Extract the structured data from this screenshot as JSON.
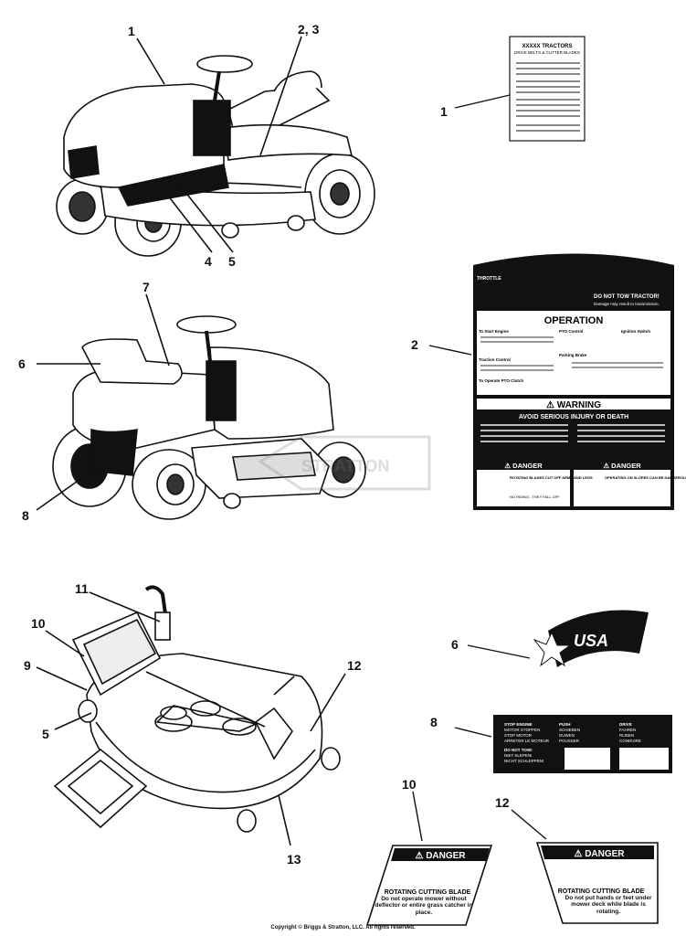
{
  "callouts": {
    "c1a": "1",
    "c23": "2, 3",
    "c4": "4",
    "c5a": "5",
    "c7": "7",
    "c6a": "6",
    "c8a": "8",
    "c11": "11",
    "c10a": "10",
    "c9": "9",
    "c5b": "5",
    "c12a": "12",
    "c13": "13",
    "c1b": "1",
    "c2": "2",
    "c6b": "6",
    "c8b": "8",
    "c10b": "10",
    "c12b": "12"
  },
  "decal1": {
    "title": "XXXXX TRACTORS",
    "subtitle": "DRIVE BELTS & CUTTER BLADES"
  },
  "decal2": {
    "throttle": "THROTTLE",
    "do_not_tow": "DO NOT TOW TRACTOR!",
    "do_not_tow_sub": "Damage may result to transmission.",
    "operation": "OPERATION",
    "start_engine": "To Start Engine",
    "pto_control": "PTO Control",
    "ignition": "Ignition Switch",
    "parking_brake": "Parking Brake",
    "traction": "Traction Control",
    "operate_pto": "To Operate PTO Clutch",
    "warning": "WARNING",
    "avoid": "AVOID SERIOUS INJURY OR DEATH",
    "danger_left": "DANGER",
    "danger_left_text": "ROTATING BLADES CUT OFF ARMS AND LEGS",
    "danger_left_sub": "NO RIDING - THEY FALL OFF",
    "danger_right": "DANGER",
    "danger_right_text": "OPERATING ON SLOPES CAN BE DANGEROUS"
  },
  "decal6": {
    "text": "USA"
  },
  "decal8": {
    "col1": [
      "STOP ENGINE",
      "MOTOR STOPPEN",
      "STOP MOTOR",
      "ARRETER LE MOTEUR"
    ],
    "col1b": [
      "DO NOT TOW!",
      "NIET SLEPEN!",
      "NICHT SCHLEPPEN!"
    ],
    "col2": [
      "PUSH",
      "SCHIEBEN",
      "DUWEN",
      "POUSSER"
    ],
    "col3": [
      "DRIVE",
      "FAHREN",
      "RIJDEN",
      "CONDUIRE"
    ]
  },
  "decal10": {
    "header": "DANGER",
    "title": "ROTATING CUTTING BLADE",
    "text": "Do not operate mower without deflector or entire grass catcher in place."
  },
  "decal12": {
    "header": "DANGER",
    "title": "ROTATING CUTTING BLADE",
    "text": "Do not put hands or feet under mower deck while blade is rotating."
  },
  "watermark": "STRATTON",
  "copyright": "Copyright © Briggs & Stratton, LLC. All rights reserved.",
  "colors": {
    "ink": "#111111",
    "danger_red": "#111111",
    "paper": "#ffffff"
  }
}
